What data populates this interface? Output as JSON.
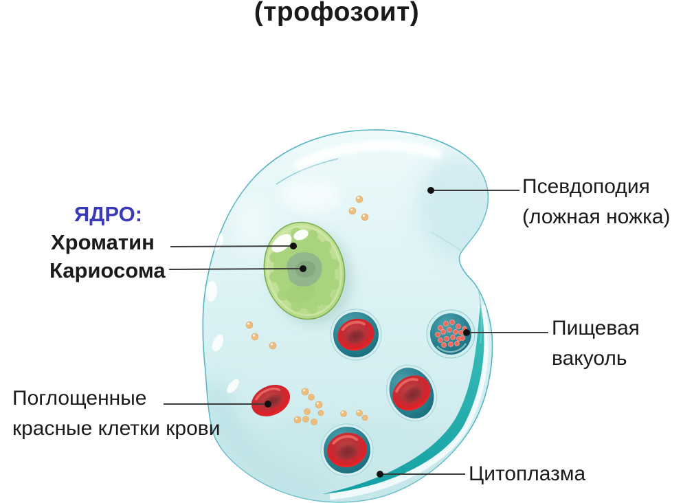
{
  "title": "(трофозоит)",
  "labels": {
    "pseudopodia": {
      "line1": "Псевдоподия",
      "line2": "(ложная ножка)"
    },
    "nucleus_heading": "ЯДРО:",
    "chromatin": "Хроматин",
    "karyosome": "Кариосома",
    "food_vacuole": {
      "line1": "Пищевая",
      "line2": "вакуоль"
    },
    "engulfed_rbc": {
      "line1": "Поглощенные",
      "line2": "красные клетки крови"
    },
    "cytoplasm": "Цитоплазма"
  },
  "colors": {
    "nucleus_heading_text": "#3a3ab8",
    "label_text": "#1a1a1a",
    "pointer_line": "#3c3c3c",
    "cell_fill": "#d9f0f2",
    "cell_outline": "#54b4c0",
    "crescent_teal": "#22b0ac",
    "nucleus_green": "#b9dc8e",
    "karyosome_gray_green": "#8fb08a",
    "rbc_red": "#e22127",
    "vacuole_teal": "#1d7f8e",
    "food_vacuole_dot": "#f0695d",
    "food_particle_tan": "#edbd7d"
  }
}
